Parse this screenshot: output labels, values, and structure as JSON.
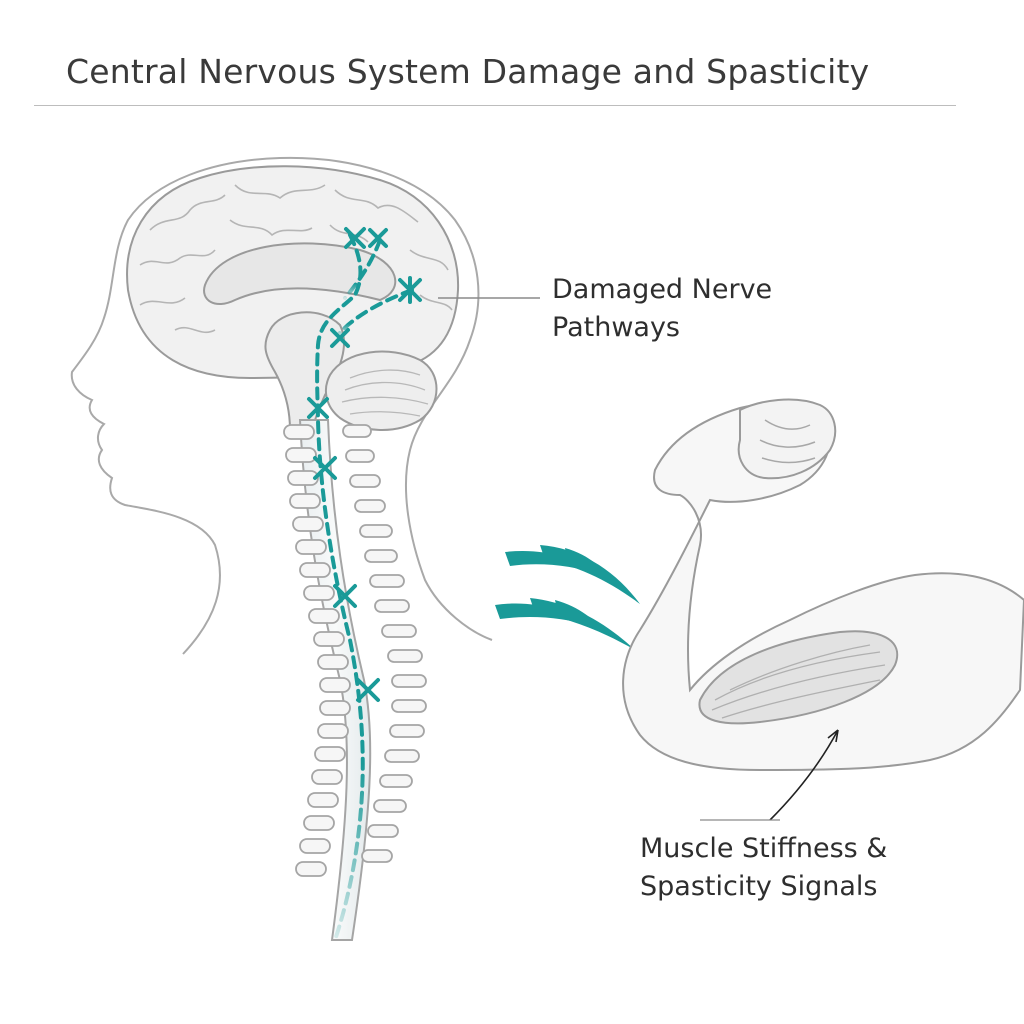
{
  "title": "Central Nervous System Damage and Spasticity",
  "labels": {
    "nerve": {
      "line1": "Damaged Nerve",
      "line2": "Pathways"
    },
    "muscle": {
      "line1": "Muscle Stiffness &",
      "line2": "Spasticity Signals"
    }
  },
  "colors": {
    "accent_teal": "#1a9a98",
    "outline": "#9a9a9a",
    "text": "#2e2e2e"
  }
}
